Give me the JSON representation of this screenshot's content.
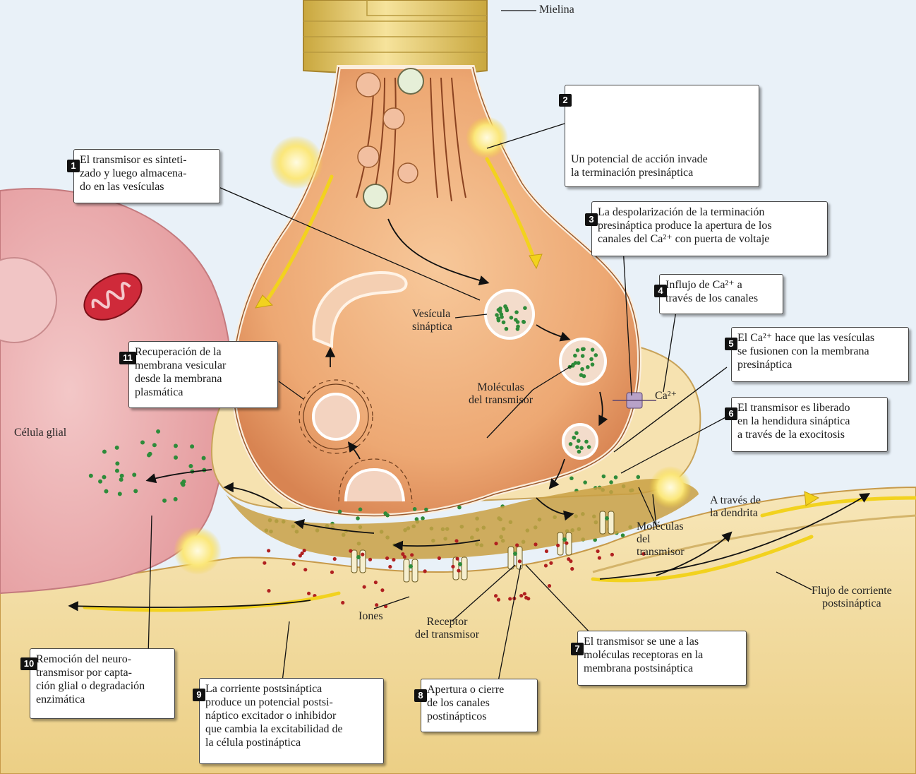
{
  "labels": {
    "mielina": "Mielina",
    "vesicula": "Vesícula\nsináptica",
    "moleculas_1": "Moléculas\ndel transmisor",
    "moleculas_2": "Moléculas\ndel\ntransmisor",
    "ca": "Ca²⁺",
    "celula_glial": "Célula glial",
    "iones": "Iones",
    "receptor": "Receptor\ndel transmisor",
    "dendrita": "A través de\nla dendrita",
    "flujo": "Flujo de corriente\npostsináptica"
  },
  "steps": [
    {
      "n": "1",
      "text": "El transmisor es sinteti-\nzado y luego almacena-\ndo en las vesículas"
    },
    {
      "n": "2",
      "text": "Un potencial de acción invade\nla terminación presináptica"
    },
    {
      "n": "3",
      "text": "La despolarización de la terminación\npresináptica produce la apertura de los\ncanales del  Ca²⁺ con puerta de voltaje"
    },
    {
      "n": "4",
      "text": "Influjo de Ca²⁺ a\ntravés de los canales"
    },
    {
      "n": "5",
      "text": "El Ca²⁺ hace que las vesículas\nse fusionen con la membrana\npresináptica"
    },
    {
      "n": "6",
      "text": "El transmisor es liberado\nen la hendidura sináptica\na través de la exocitosis"
    },
    {
      "n": "7",
      "text": "El transmisor se une a las\nmoléculas receptoras en la\nmembrana postsináptica"
    },
    {
      "n": "8",
      "text": "Apertura o cierre\nde los canales\npostinápticos"
    },
    {
      "n": "9",
      "text": "La corriente postsináptica\nproduce un potencial postsi-\nnáptico excitador o inhibidor\nque cambia la excitabilidad de\nla célula postináptica"
    },
    {
      "n": "10",
      "text": "Remoción del neuro-\ntransmisor por capta-\nción glial o degradación\nenzimática"
    },
    {
      "n": "11",
      "text": "Recuperación de la\nmembrana vesicular\ndesde la membrana\nplasmática"
    }
  ],
  "colors": {
    "background": "#e9f1f8",
    "terminal": "#f0b27f",
    "terminal_dark": "#d9875a",
    "myelin": "#e8cf6e",
    "glia": "#ecb4b6",
    "postsynaptic": "#f4dca2",
    "cleft": "#c9a043",
    "transmitter": "#2e8b3a",
    "ions": "#b02020",
    "arrow": "#f2d21e"
  }
}
